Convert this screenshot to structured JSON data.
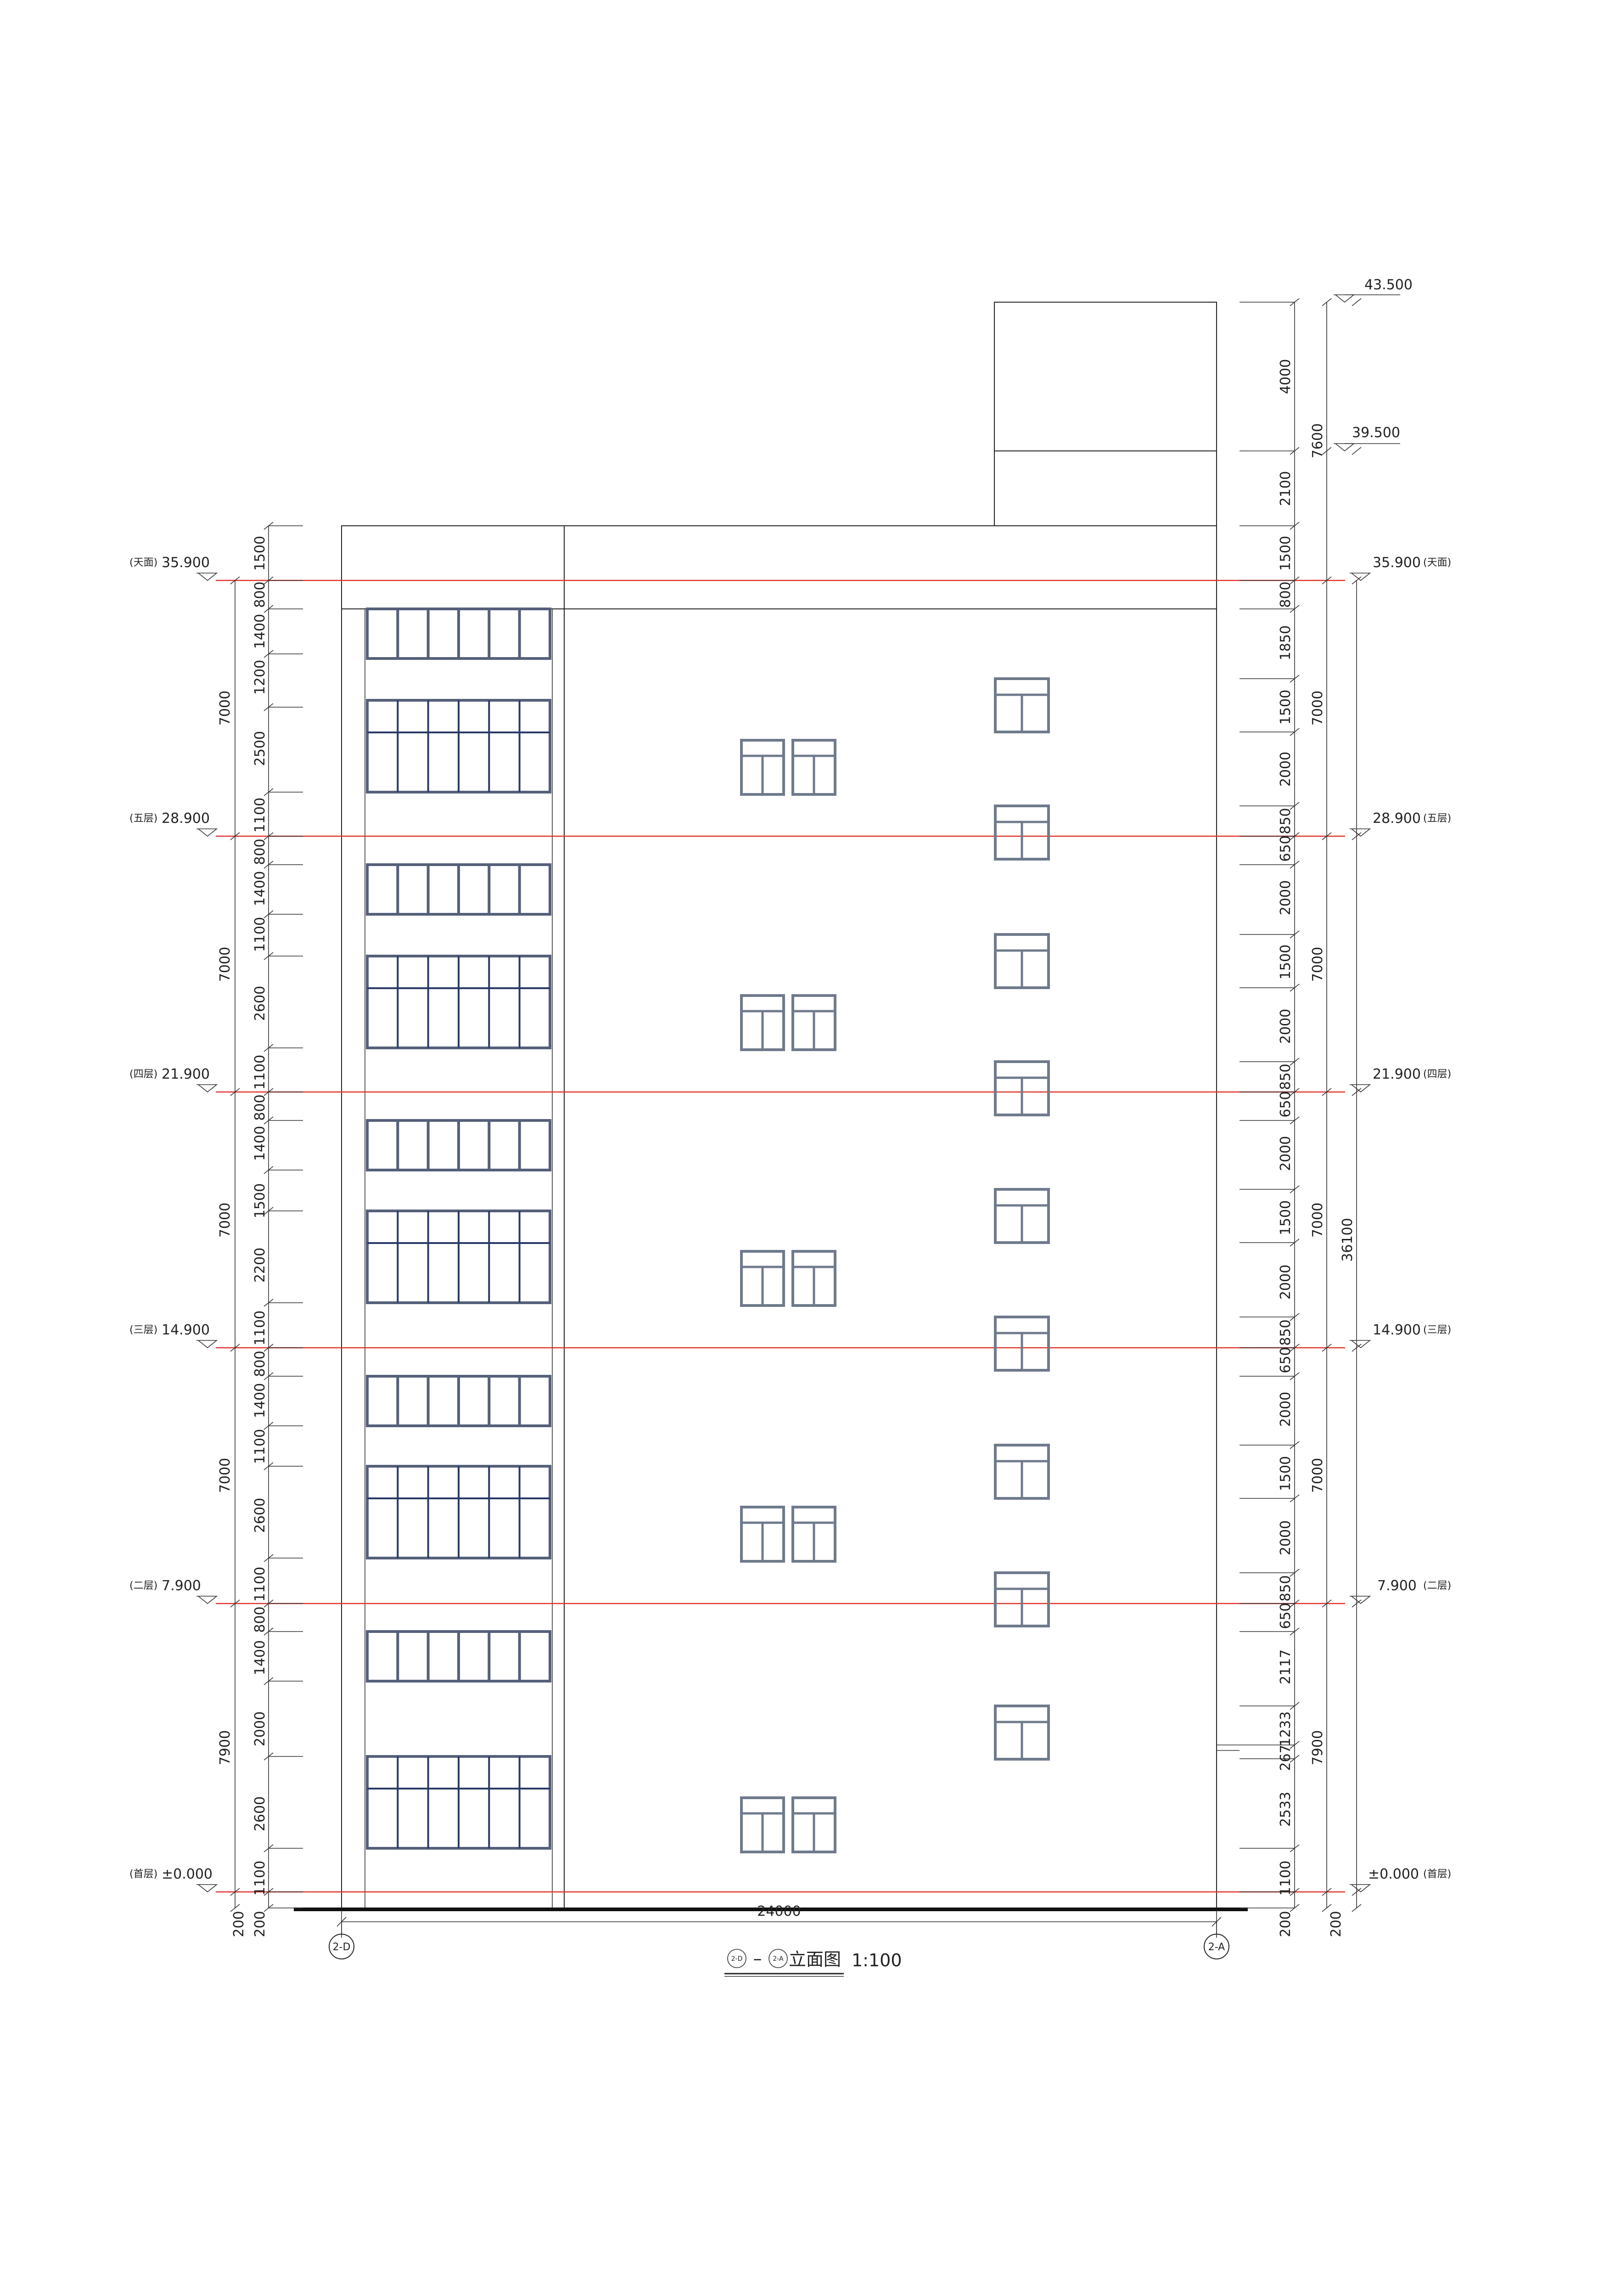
{
  "drawing": {
    "title": {
      "axis_from": "2-D",
      "dash": "–",
      "axis_to": "2-A",
      "name": "立面图",
      "scale": "1:100"
    },
    "axes": {
      "left": "2-D",
      "right": "2-A"
    },
    "overall_width": "24000",
    "edge_dims": {
      "left_outer": "200",
      "left_inner": "200",
      "right_inner": "200",
      "right_outer": "200"
    },
    "roof_levels": {
      "top": "43.500",
      "mid": "39.500"
    },
    "levels": [
      {
        "value": "35.900",
        "tag": "(天面)"
      },
      {
        "value": "28.900",
        "tag": "(五层)"
      },
      {
        "value": "21.900",
        "tag": "(四层)"
      },
      {
        "value": "14.900",
        "tag": "(三层)"
      },
      {
        "value": "7.900",
        "tag": "(二层)"
      },
      {
        "value": "±0.000",
        "tag": "(首层)"
      }
    ],
    "left_dims_inner": [
      "1500",
      "800",
      "1400",
      "1200",
      "2500",
      "1100",
      "800",
      "1400",
      "1100",
      "2600",
      "1100",
      "800",
      "1400",
      "1500",
      "2200",
      "1100",
      "800",
      "1400",
      "1100",
      "2600",
      "1100",
      "800",
      "1400",
      "2000",
      "2600",
      "1100"
    ],
    "left_dims_outer": [
      "7000",
      "7000",
      "7000",
      "7000",
      "7900"
    ],
    "right_dims_inner": [
      "4000",
      "2100",
      "1500",
      "800",
      "1850",
      "1500",
      "2000",
      "850",
      "650",
      "2000",
      "1500",
      "2000",
      "850",
      "650",
      "2000",
      "1500",
      "2000",
      "850",
      "650",
      "2000",
      "1500",
      "2000",
      "850",
      "650",
      "2117",
      "1233",
      "267",
      "2533",
      "1100"
    ],
    "right_dims_outer": [
      "7600",
      "7000",
      "7000",
      "7000",
      "7000",
      "7900"
    ],
    "total_height": "36100"
  }
}
